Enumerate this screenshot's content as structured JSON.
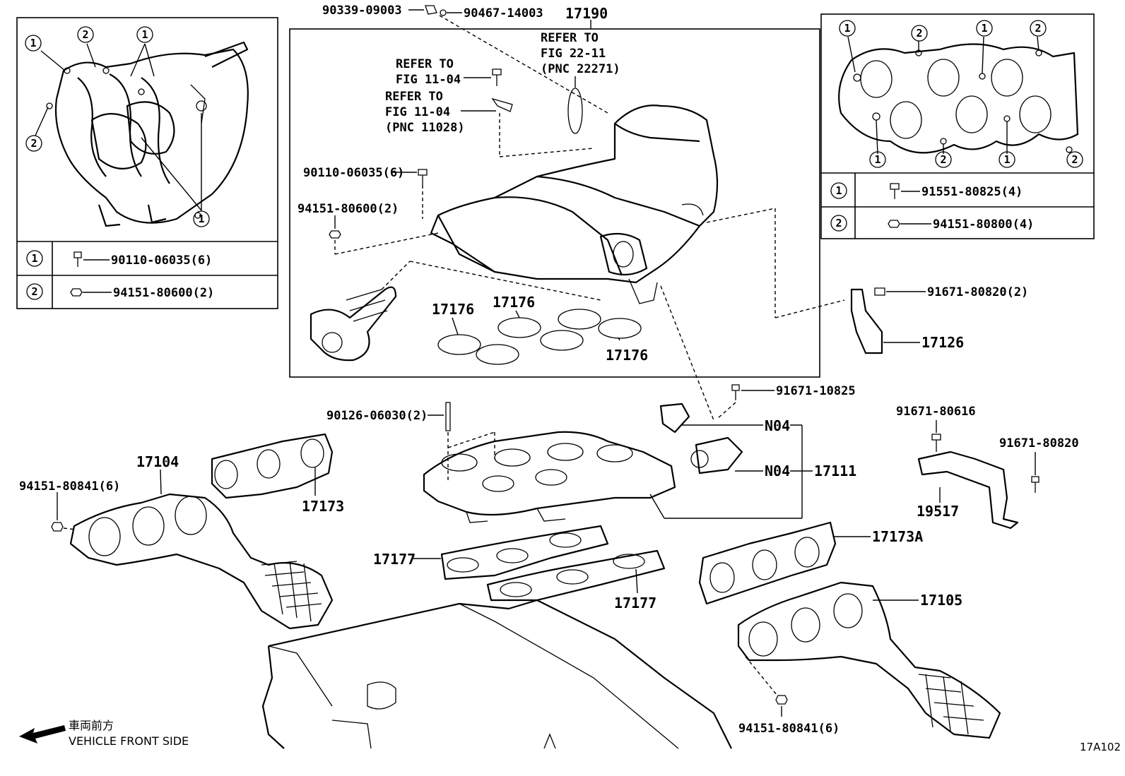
{
  "diagram": {
    "top_refs": {
      "p90339": "90339-09003",
      "p90467": "90467-14003",
      "p17190": "17190",
      "refer_2211": [
        "REFER TO",
        "FIG 22-11",
        "(PNC 22271)"
      ],
      "refer_1104a": [
        "REFER TO",
        "FIG 11-04"
      ],
      "refer_1104b": [
        "REFER TO",
        "FIG 11-04",
        "(PNC 11028)"
      ],
      "p90110": "90110-06035(6)",
      "p94151_600": "94151-80600(2)",
      "p17176": "17176"
    },
    "left_inset": {
      "markers": [
        "1",
        "2"
      ],
      "rows": [
        {
          "marker": "1",
          "part": "90110-06035(6)"
        },
        {
          "marker": "2",
          "part": "94151-80600(2)"
        }
      ]
    },
    "right_inset": {
      "markers": [
        "1",
        "2"
      ],
      "rows": [
        {
          "marker": "1",
          "part": "91551-80825(4)"
        },
        {
          "marker": "2",
          "part": "94151-80800(4)"
        }
      ]
    },
    "parts": {
      "p91671_820": "91671-80820(2)",
      "p17126": "17126",
      "p91671_10825": "91671-10825",
      "pN04": "N04",
      "p17111": "17111",
      "p90126": "90126-06030(2)",
      "p91671_616": "91671-80616",
      "p91671_820b": "91671-80820",
      "p19517": "19517",
      "p17104": "17104",
      "p94151_841": "94151-80841(6)",
      "p17173": "17173",
      "p17177": "17177",
      "p17173A": "17173A",
      "p17105": "17105"
    },
    "footer": {
      "front_jp": "車両前方",
      "front_en": "VEHICLE FRONT SIDE",
      "fig_code": "17A102"
    }
  }
}
